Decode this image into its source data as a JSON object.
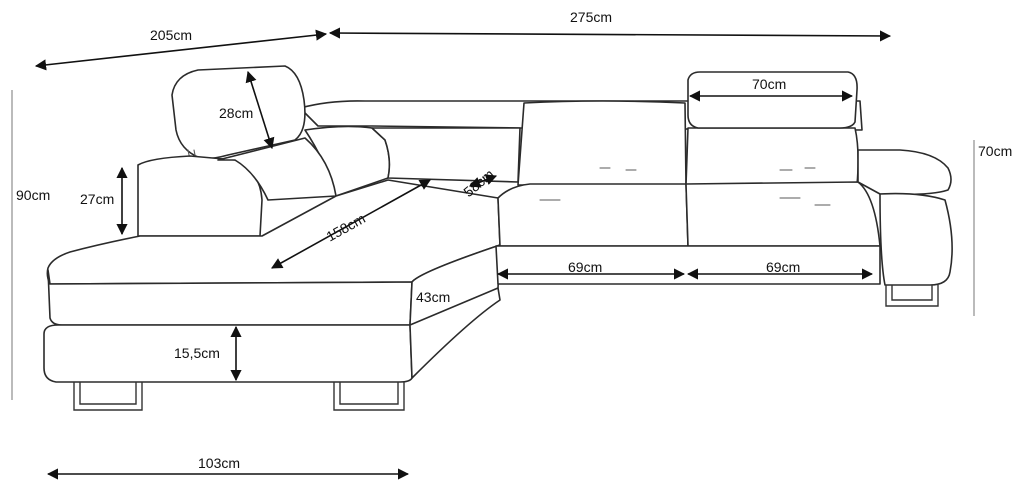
{
  "diagram": {
    "dimensions": {
      "total_width_left": "205cm",
      "total_width_right": "275cm",
      "headrest_depth": "28cm",
      "headrest_width": "70cm",
      "total_height": "90cm",
      "armrest_height": "27cm",
      "chaise_length": "158cm",
      "backrest_depth": "58cm",
      "seat_width_1": "69cm",
      "seat_width_2": "69cm",
      "seat_height": "43cm",
      "base_height": "15,5cm",
      "chaise_width": "103cm",
      "arm_height_right": "70cm"
    }
  }
}
